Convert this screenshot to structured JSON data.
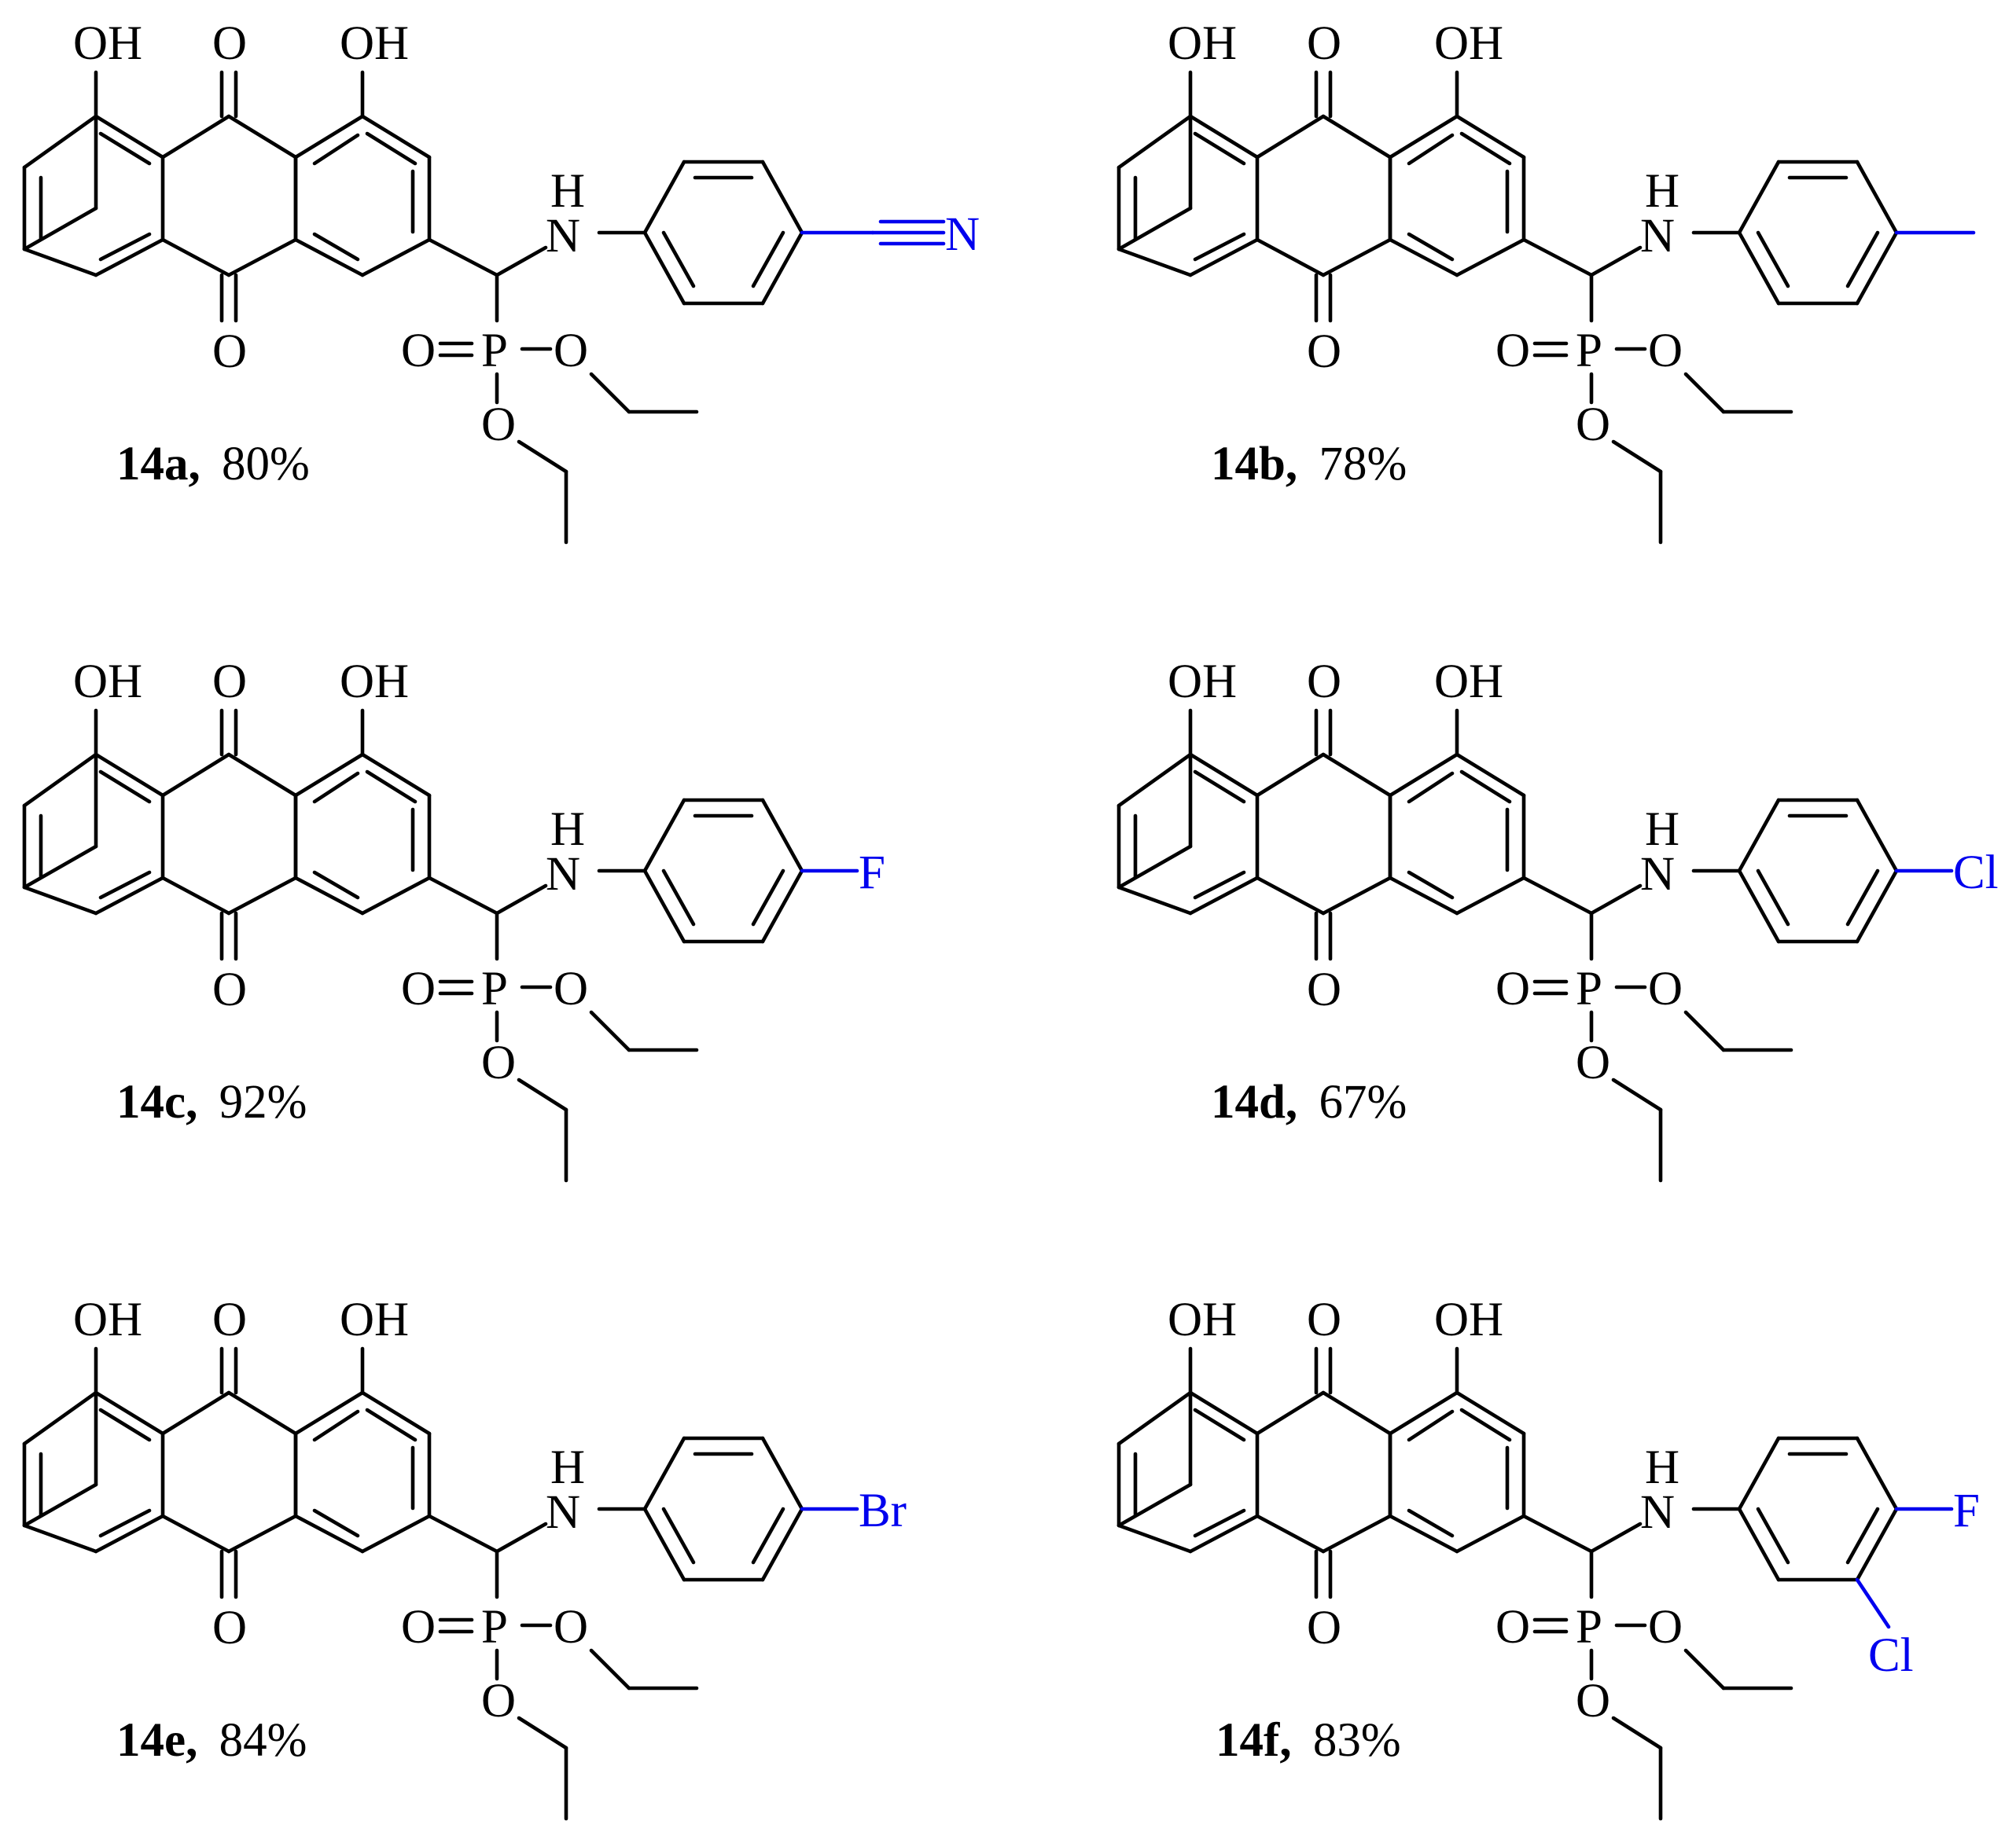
{
  "colors": {
    "skeleton": "#000000",
    "substituent": "#0000ee"
  },
  "atom_labels": {
    "hydroxyl": "OH",
    "oxygen": "O",
    "phosphorus": "P",
    "nitrogen": "N",
    "hydrogen": "H"
  },
  "compounds": [
    {
      "id": "14a,",
      "yield": "80%",
      "substituent": "cyano",
      "label": "N"
    },
    {
      "id": "14b,",
      "yield": "78%",
      "substituent": "methyl",
      "label": ""
    },
    {
      "id": "14c,",
      "yield": "92%",
      "substituent": "halogen",
      "label": "F"
    },
    {
      "id": "14d,",
      "yield": "67%",
      "substituent": "halogen",
      "label": "Cl"
    },
    {
      "id": "14e,",
      "yield": "84%",
      "substituent": "halogen",
      "label": "Br"
    },
    {
      "id": "14f,",
      "yield": "83%",
      "substituent": "fluoro-chloro",
      "label": "F",
      "label2": "Cl"
    }
  ]
}
